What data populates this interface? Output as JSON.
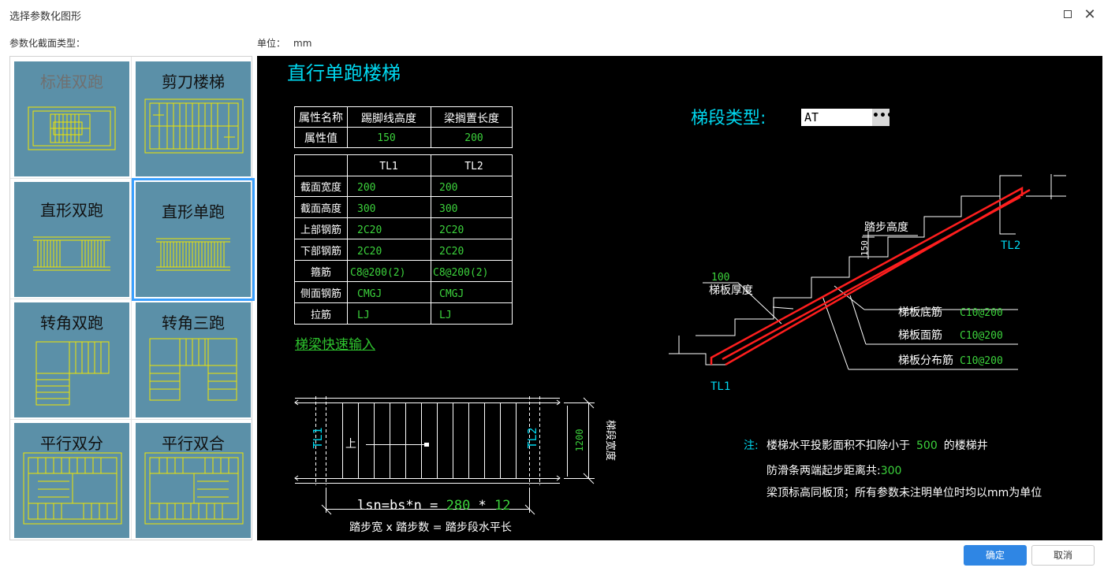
{
  "window": {
    "title": "选择参数化图形",
    "maximize_icon": "maximize-icon",
    "close_icon": "close-icon",
    "close_glyph": "✕"
  },
  "labels": {
    "section_type": "参数化截面类型：",
    "unit_label": "单位：",
    "unit_value": "mm"
  },
  "gallery": {
    "items": [
      {
        "label": "标准双跑",
        "selected": false
      },
      {
        "label": "剪刀楼梯",
        "selected": false
      },
      {
        "label": "直形双跑",
        "selected": false
      },
      {
        "label": "直形单跑",
        "selected": true
      },
      {
        "label": "转角双跑",
        "selected": false
      },
      {
        "label": "转角三跑",
        "selected": false
      },
      {
        "label": "平行双分",
        "selected": false
      },
      {
        "label": "平行双合",
        "selected": false
      }
    ]
  },
  "preview": {
    "title": "直行单跑楼梯",
    "segment_type_label": "梯段类型:",
    "segment_type_value": "AT",
    "segment_type_button": "•••",
    "attr_table": {
      "headers": [
        "属性名称",
        "踢脚线高度",
        "梁搁置长度"
      ],
      "row_label": "属性值",
      "values": [
        "150",
        "200"
      ]
    },
    "beam_table": {
      "headers": [
        "",
        "TL1",
        "TL2"
      ],
      "rows": [
        {
          "label": "截面宽度",
          "tl1": "200",
          "tl2": "200"
        },
        {
          "label": "截面高度",
          "tl1": "300",
          "tl2": "300"
        },
        {
          "label": "上部钢筋",
          "tl1": "2C20",
          "tl2": "2C20"
        },
        {
          "label": "下部钢筋",
          "tl1": "2C20",
          "tl2": "2C20"
        },
        {
          "label": "箍筋",
          "tl1": "C8@200(2)",
          "tl2": "C8@200(2)"
        },
        {
          "label": "侧面钢筋",
          "tl1": "CMGJ",
          "tl2": "CMGJ"
        },
        {
          "label": "拉筋",
          "tl1": "LJ",
          "tl2": "LJ"
        }
      ]
    },
    "quick_input_link": "梯梁快速输入",
    "plan": {
      "tl1": "TL1",
      "tl2": "TL2",
      "up": "上",
      "width_value": "1200",
      "width_label": "梯段宽度",
      "formula_prefix": "lsn=bs*n = ",
      "bs": "280",
      "times": " * ",
      "n": "12",
      "formula_caption": "踏步宽 x 踏步数 = 踏步段水平长"
    },
    "section": {
      "step_height_label": "踏步高度",
      "step_height_value": "150",
      "thickness_value": "100",
      "thickness_label": "梯板厚度",
      "bottom_rebar_label": "梯板底筋",
      "bottom_rebar_value": "C10@200",
      "top_rebar_label": "梯板面筋",
      "top_rebar_value": "C10@200",
      "dist_rebar_label": "梯板分布筋",
      "dist_rebar_value": "C10@200",
      "tl1": "TL1",
      "tl2": "TL2"
    },
    "notes": {
      "prefix": "注:",
      "line1_a": "楼梯水平投影面积不扣除小于",
      "line1_value": "500",
      "line1_b": "的楼梯井",
      "line2_a": "防滑条两端起步距离共:",
      "line2_value": "300",
      "line3": "梁顶标高同板顶；所有参数未注明单位时均以mm为单位"
    }
  },
  "buttons": {
    "ok": "确定",
    "cancel": "取消"
  },
  "colors": {
    "accent": "#2f86e4",
    "cad_cyan": "#00d8f0",
    "cad_green": "#3cd23c",
    "cad_red": "#ff1e1e",
    "thumb_bg": "#5b90a8",
    "thumb_line": "#f0e600"
  }
}
